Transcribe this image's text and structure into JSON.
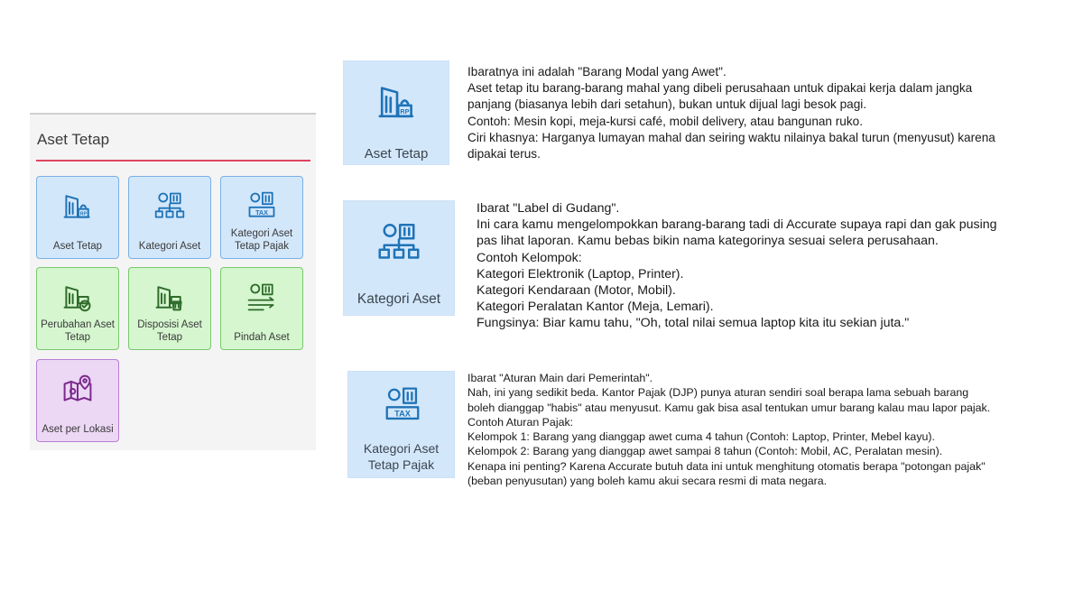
{
  "panel": {
    "title": "Aset Tetap",
    "accent_color": "#e0455e",
    "tiles": [
      {
        "label": "Aset Tetap",
        "icon": "building-money-icon",
        "color": "blue"
      },
      {
        "label": "Kategori Aset",
        "icon": "category-tree-icon",
        "color": "blue"
      },
      {
        "label": "Kategori Aset Tetap Pajak",
        "icon": "tax-category-icon",
        "color": "blue"
      },
      {
        "label": "Perubahan Aset Tetap",
        "icon": "asset-change-icon",
        "color": "green"
      },
      {
        "label": "Disposisi Aset Tetap",
        "icon": "asset-disposal-icon",
        "color": "green"
      },
      {
        "label": "Pindah Aset",
        "icon": "asset-transfer-icon",
        "color": "green"
      },
      {
        "label": "Aset per Lokasi",
        "icon": "map-location-icon",
        "color": "purple"
      }
    ]
  },
  "cards": [
    {
      "label": "Aset Tetap",
      "icon": "building-money-icon",
      "lines": [
        "Ibaratnya ini adalah \"Barang Modal yang Awet\".",
        "Aset tetap itu barang-barang mahal yang dibeli perusahaan untuk dipakai kerja dalam jangka",
        "panjang (biasanya lebih dari setahun), bukan untuk dijual lagi besok pagi.",
        "Contoh: Mesin kopi, meja-kursi café, mobil delivery, atau bangunan ruko.",
        "Ciri khasnya: Harganya lumayan mahal dan seiring waktu nilainya bakal turun (menyusut) karena",
        "dipakai terus."
      ]
    },
    {
      "label": "Kategori Aset",
      "icon": "category-tree-icon",
      "lines": [
        "Ibarat \"Label di Gudang\".",
        "Ini cara kamu mengelompokkan barang-barang tadi di Accurate supaya rapi dan gak pusing",
        "pas lihat laporan. Kamu bebas bikin nama kategorinya sesuai selera perusahaan.",
        "Contoh Kelompok:",
        "Kategori Elektronik (Laptop, Printer).",
        "Kategori Kendaraan (Motor, Mobil).",
        "Kategori Peralatan Kantor (Meja, Lemari).",
        "Fungsinya: Biar kamu tahu, \"Oh, total nilai semua laptop kita itu sekian juta.\""
      ]
    },
    {
      "label": "Kategori Aset Tetap Pajak",
      "label_line1": "Kategori Aset",
      "label_line2": "Tetap Pajak",
      "icon": "tax-category-icon",
      "lines": [
        "Ibarat \"Aturan Main dari Pemerintah\".",
        "Nah, ini yang sedikit beda. Kantor Pajak (DJP) punya aturan sendiri soal berapa lama sebuah barang",
        "boleh dianggap \"habis\" atau menyusut. Kamu gak bisa asal tentukan umur barang kalau mau lapor pajak.",
        "Contoh Aturan Pajak:",
        "Kelompok 1: Barang yang dianggap awet cuma 4 tahun (Contoh: Laptop, Printer, Mebel kayu).",
        "Kelompok 2: Barang yang dianggap awet sampai 8 tahun (Contoh: Mobil, AC, Peralatan mesin).",
        "Kenapa ini penting? Karena Accurate butuh data ini untuk menghitung otomatis berapa \"potongan pajak\"",
        "(beban penyusutan) yang boleh kamu akui secara resmi di mata negara."
      ]
    }
  ]
}
